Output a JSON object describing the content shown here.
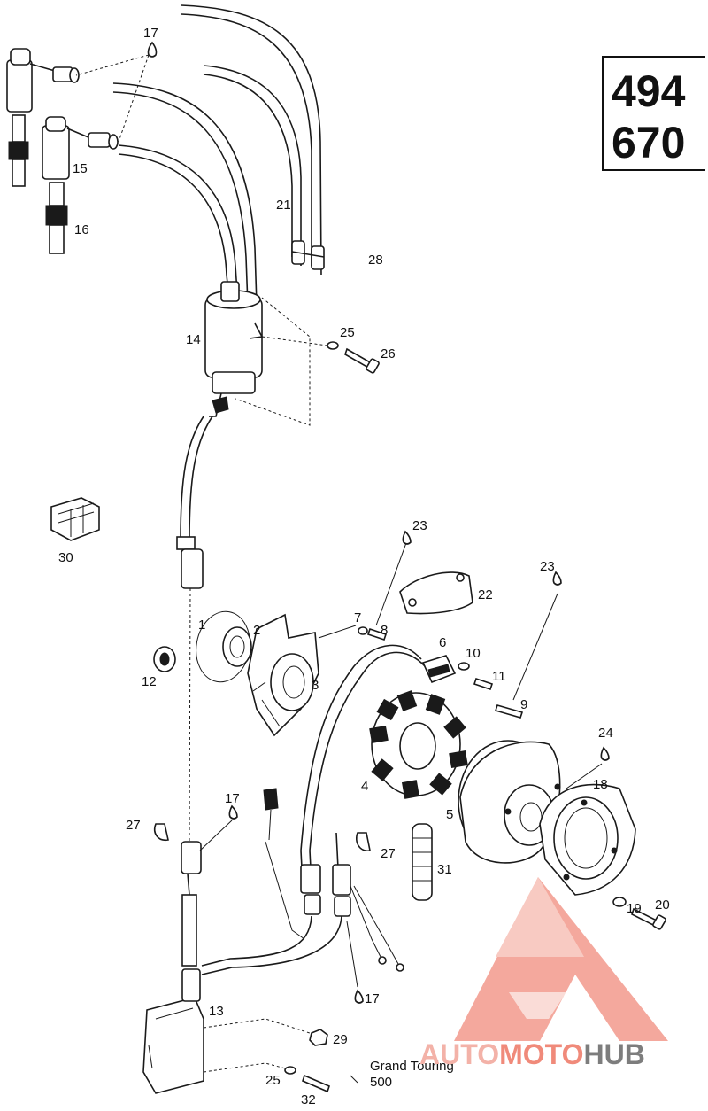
{
  "model_codes": [
    "494",
    "670"
  ],
  "part_labels": [
    {
      "id": "1",
      "text": "1"
    },
    {
      "id": "2",
      "text": "2"
    },
    {
      "id": "3",
      "text": "3"
    },
    {
      "id": "4",
      "text": "4"
    },
    {
      "id": "5",
      "text": "5"
    },
    {
      "id": "6",
      "text": "6"
    },
    {
      "id": "7",
      "text": "7"
    },
    {
      "id": "8",
      "text": "8"
    },
    {
      "id": "9",
      "text": "9"
    },
    {
      "id": "10",
      "text": "10"
    },
    {
      "id": "11",
      "text": "11"
    },
    {
      "id": "12",
      "text": "12"
    },
    {
      "id": "13",
      "text": "13"
    },
    {
      "id": "14",
      "text": "14"
    },
    {
      "id": "15",
      "text": "15"
    },
    {
      "id": "16",
      "text": "16"
    },
    {
      "id": "17a",
      "text": "17"
    },
    {
      "id": "17b",
      "text": "17"
    },
    {
      "id": "17c",
      "text": "17"
    },
    {
      "id": "18",
      "text": "18"
    },
    {
      "id": "19",
      "text": "19"
    },
    {
      "id": "20",
      "text": "20"
    },
    {
      "id": "21",
      "text": "21"
    },
    {
      "id": "22",
      "text": "22"
    },
    {
      "id": "23a",
      "text": "23"
    },
    {
      "id": "23b",
      "text": "23"
    },
    {
      "id": "24",
      "text": "24"
    },
    {
      "id": "25a",
      "text": "25"
    },
    {
      "id": "25b",
      "text": "25"
    },
    {
      "id": "26",
      "text": "26"
    },
    {
      "id": "27a",
      "text": "27"
    },
    {
      "id": "27b",
      "text": "27"
    },
    {
      "id": "28",
      "text": "28"
    },
    {
      "id": "29",
      "text": "29"
    },
    {
      "id": "30",
      "text": "30"
    },
    {
      "id": "31",
      "text": "31"
    },
    {
      "id": "32",
      "text": "32"
    }
  ],
  "notes": {
    "line1": "Grand Touring",
    "line2": "500"
  },
  "watermark": {
    "part1": "AUTO",
    "part2": "MOTO",
    "part3": "HUB",
    "color_auto": "#f3b2a8",
    "color_moto": "#f08a7a",
    "color_hub": "#7d7d7d",
    "logo_color": "#f08a7a"
  }
}
